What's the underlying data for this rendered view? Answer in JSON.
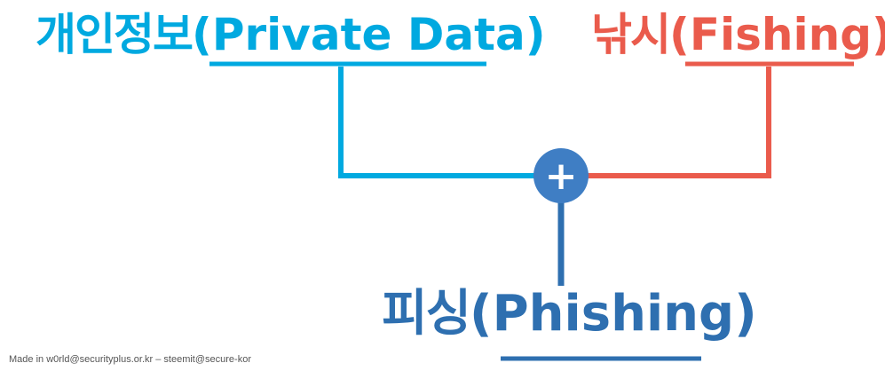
{
  "nodes": {
    "private_data": {
      "korean": "개인정보",
      "english": "(Private Data)"
    },
    "fishing": {
      "korean": "낚시",
      "english": "(Fishing)"
    },
    "phishing": {
      "korean": "피싱",
      "english": "(Phishing)"
    }
  },
  "operator": {
    "symbol": "+"
  },
  "credit": "Made in w0rld@securityplus.or.kr – steemit@secure-kor",
  "colors": {
    "private_data": "#00a9e0",
    "fishing": "#ea5b4c",
    "phishing": "#2e6fb0",
    "operator_fill": "#3f7ec4",
    "operator_symbol": "#ffffff"
  },
  "icons": {
    "operator": "plus-icon"
  }
}
